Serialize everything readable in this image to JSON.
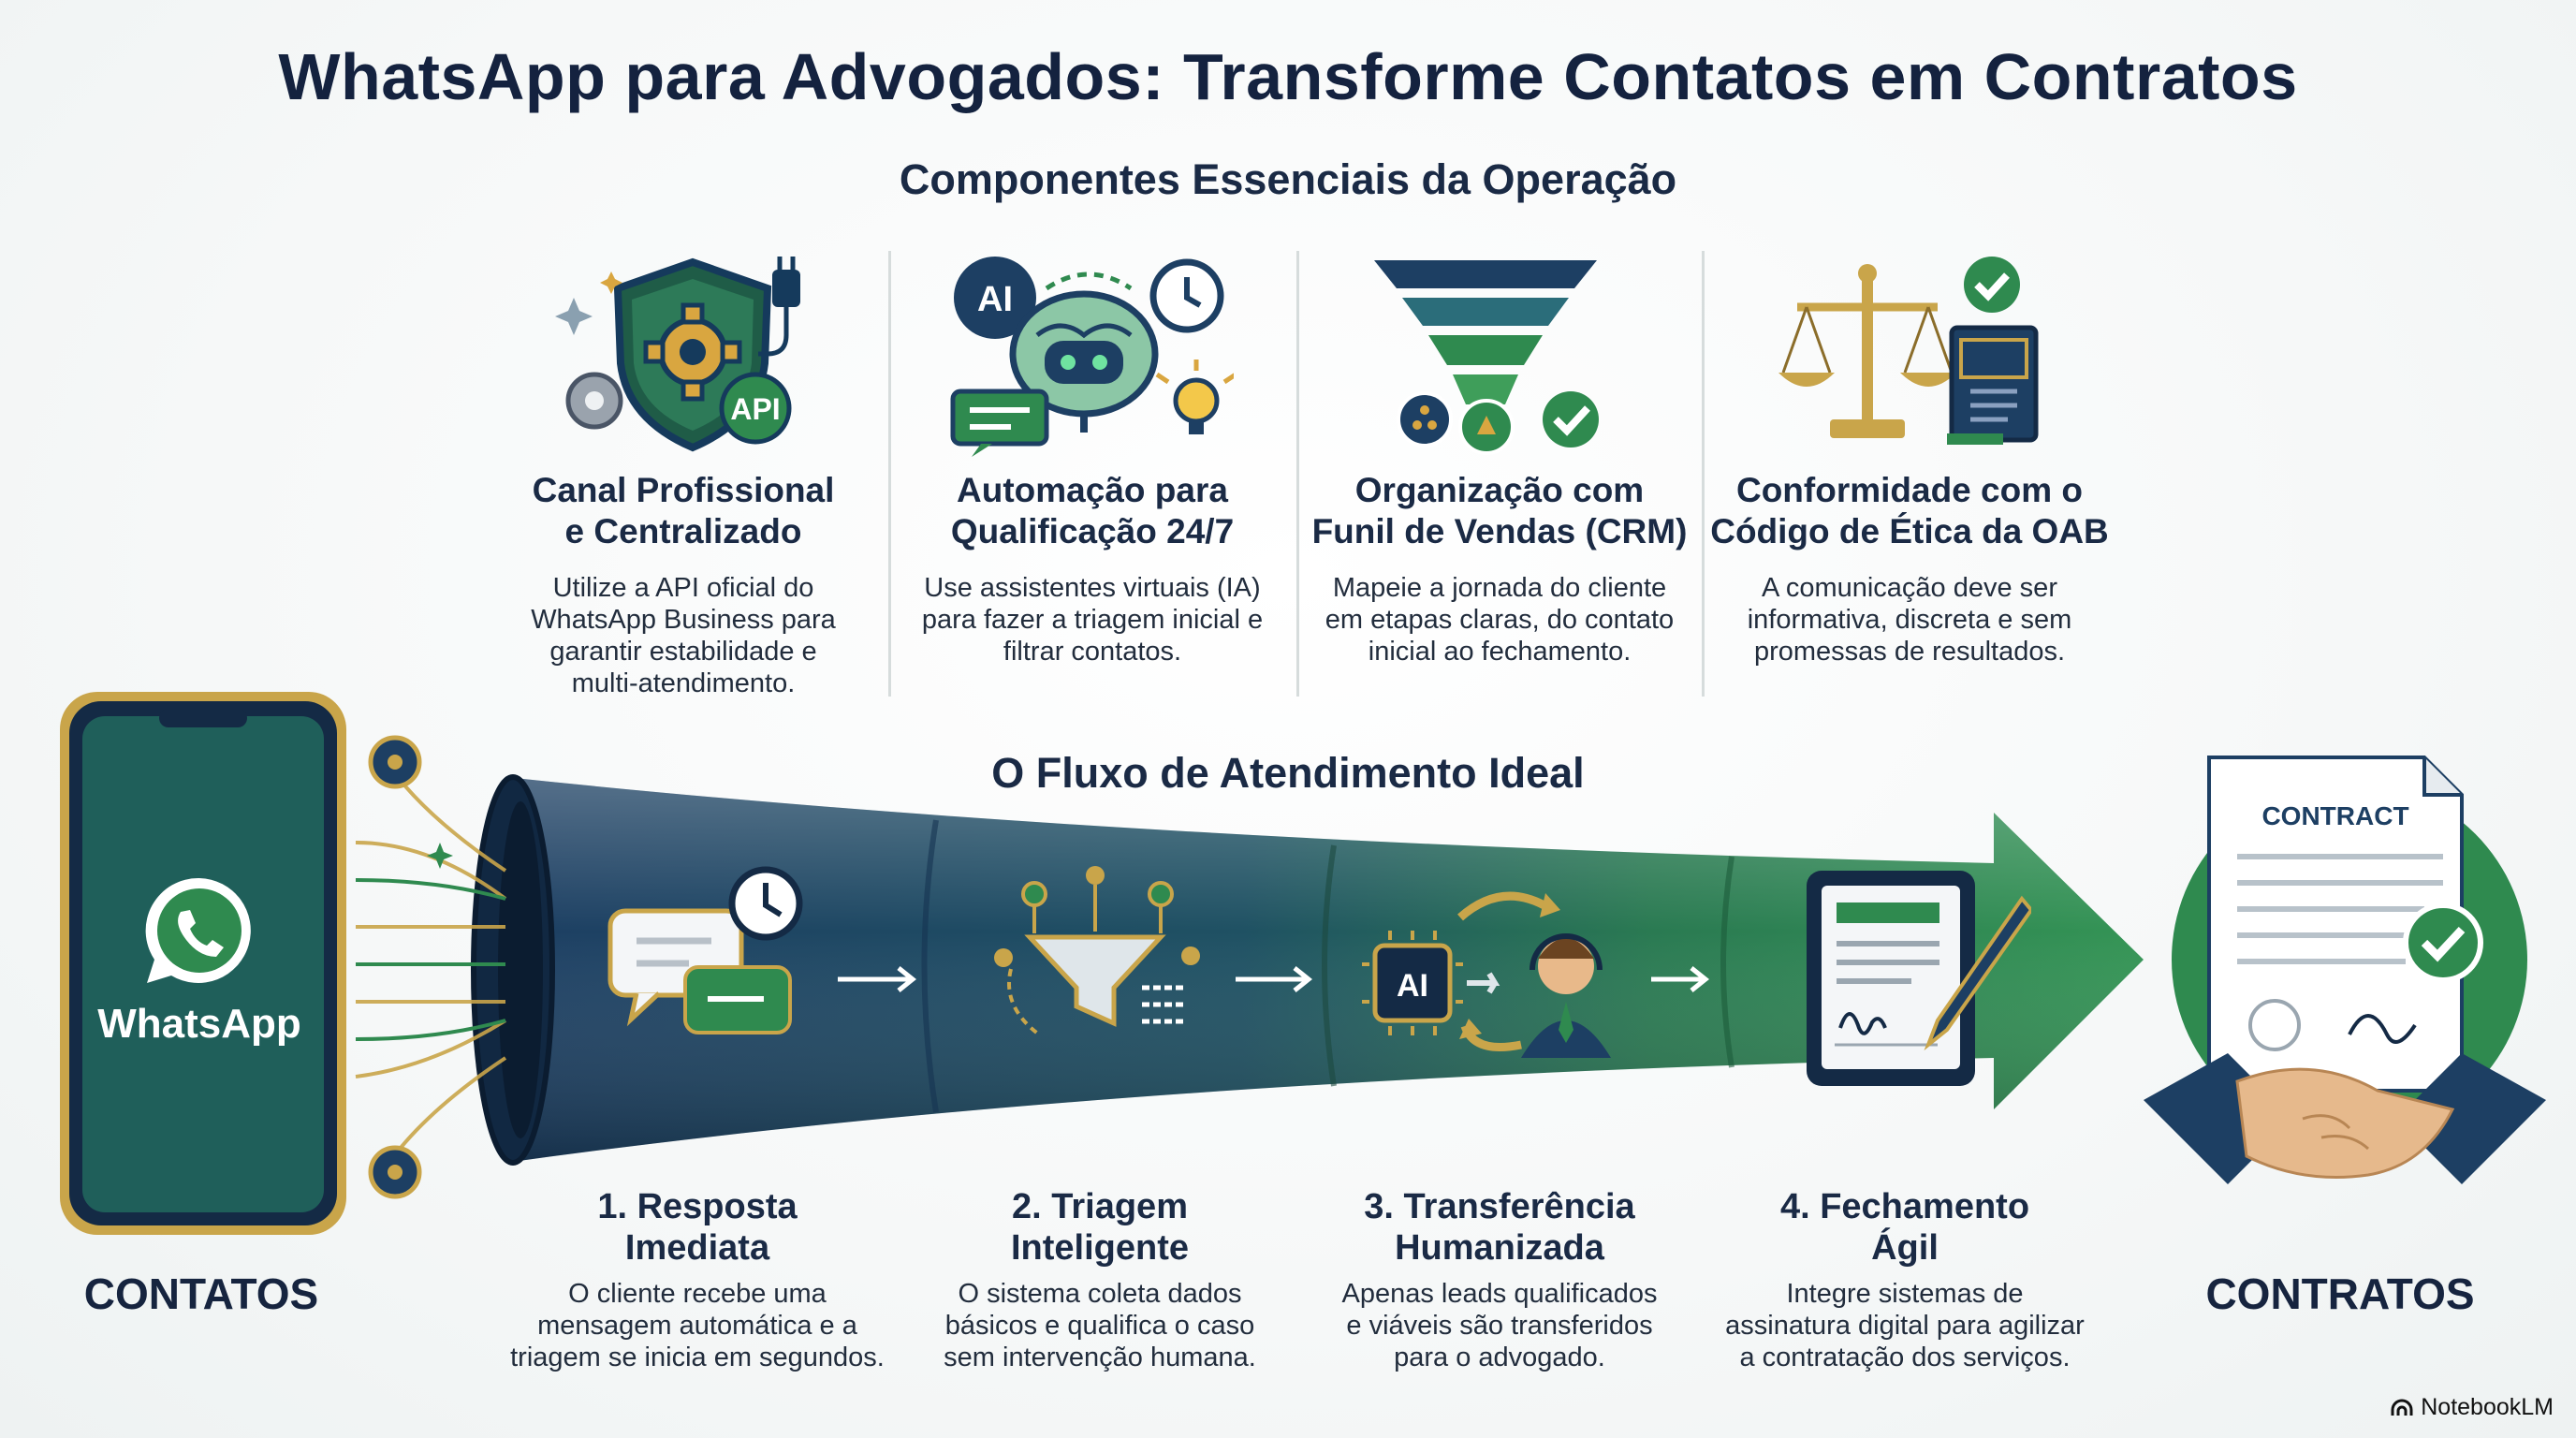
{
  "title": "WhatsApp para Advogados: Transforme Contatos em Contratos",
  "components": {
    "heading": "Componentes Essenciais da Operação",
    "items": [
      {
        "title_l1": "Canal Profissional",
        "title_l2": "e Centralizado",
        "desc": [
          "Utilize a API oficial do",
          "WhatsApp Business para",
          "garantir estabilidade e",
          "multi-atendimento."
        ],
        "icon": "shield-gear-api-icon",
        "badge": "API"
      },
      {
        "title_l1": "Automação para",
        "title_l2": "Qualificação 24/7",
        "desc": [
          "Use assistentes virtuais (IA)",
          "para fazer a triagem inicial e",
          "filtrar contatos."
        ],
        "icon": "ai-brain-robot-icon",
        "badge": "AI"
      },
      {
        "title_l1": "Organização com",
        "title_l2": "Funil de Vendas (CRM)",
        "desc": [
          "Mapeie a jornada do cliente",
          "em etapas claras, do contato",
          "inicial ao fechamento."
        ],
        "icon": "sales-funnel-icon"
      },
      {
        "title_l1": "Conformidade com o",
        "title_l2": "Código de Ética da OAB",
        "desc": [
          "A comunicação deve ser",
          "informativa, discreta e sem",
          "promessas de resultados."
        ],
        "icon": "scales-of-justice-icon"
      }
    ]
  },
  "flow": {
    "heading": "O Fluxo de Atendimento Ideal",
    "steps": [
      {
        "title_l1": "1. Resposta",
        "title_l2": "Imediata",
        "desc": [
          "O cliente recebe uma",
          "mensagem automática e a",
          "triagem se inicia em segundos."
        ],
        "icon": "chat-clock-icon"
      },
      {
        "title_l1": "2. Triagem",
        "title_l2": "Inteligente",
        "desc": [
          "O sistema coleta dados",
          "básicos e qualifica o caso",
          "sem intervenção humana."
        ],
        "icon": "filter-funnel-icon"
      },
      {
        "title_l1": "3. Transferência",
        "title_l2": "Humanizada",
        "desc": [
          "Apenas leads qualificados",
          "e viáveis são transferidos",
          "para o advogado."
        ],
        "icon": "ai-to-agent-icon",
        "badge": "AI"
      },
      {
        "title_l1": "4. Fechamento",
        "title_l2": "Ágil",
        "desc": [
          "Integre sistemas de",
          "assinatura digital para agilizar",
          "a contratação dos serviços."
        ],
        "icon": "tablet-signature-icon"
      }
    ]
  },
  "left": {
    "label": "CONTATOS",
    "phone_text": "WhatsApp",
    "icon": "whatsapp-icon"
  },
  "right": {
    "label": "CONTRATOS",
    "doc_title": "CONTRACT",
    "icon": "contract-handshake-icon"
  },
  "footer": {
    "brand": "NotebookLM"
  },
  "colors": {
    "navy": "#1d3f63",
    "green": "#2f8a4f",
    "gold": "#c9a54a",
    "text": "#16243f"
  }
}
